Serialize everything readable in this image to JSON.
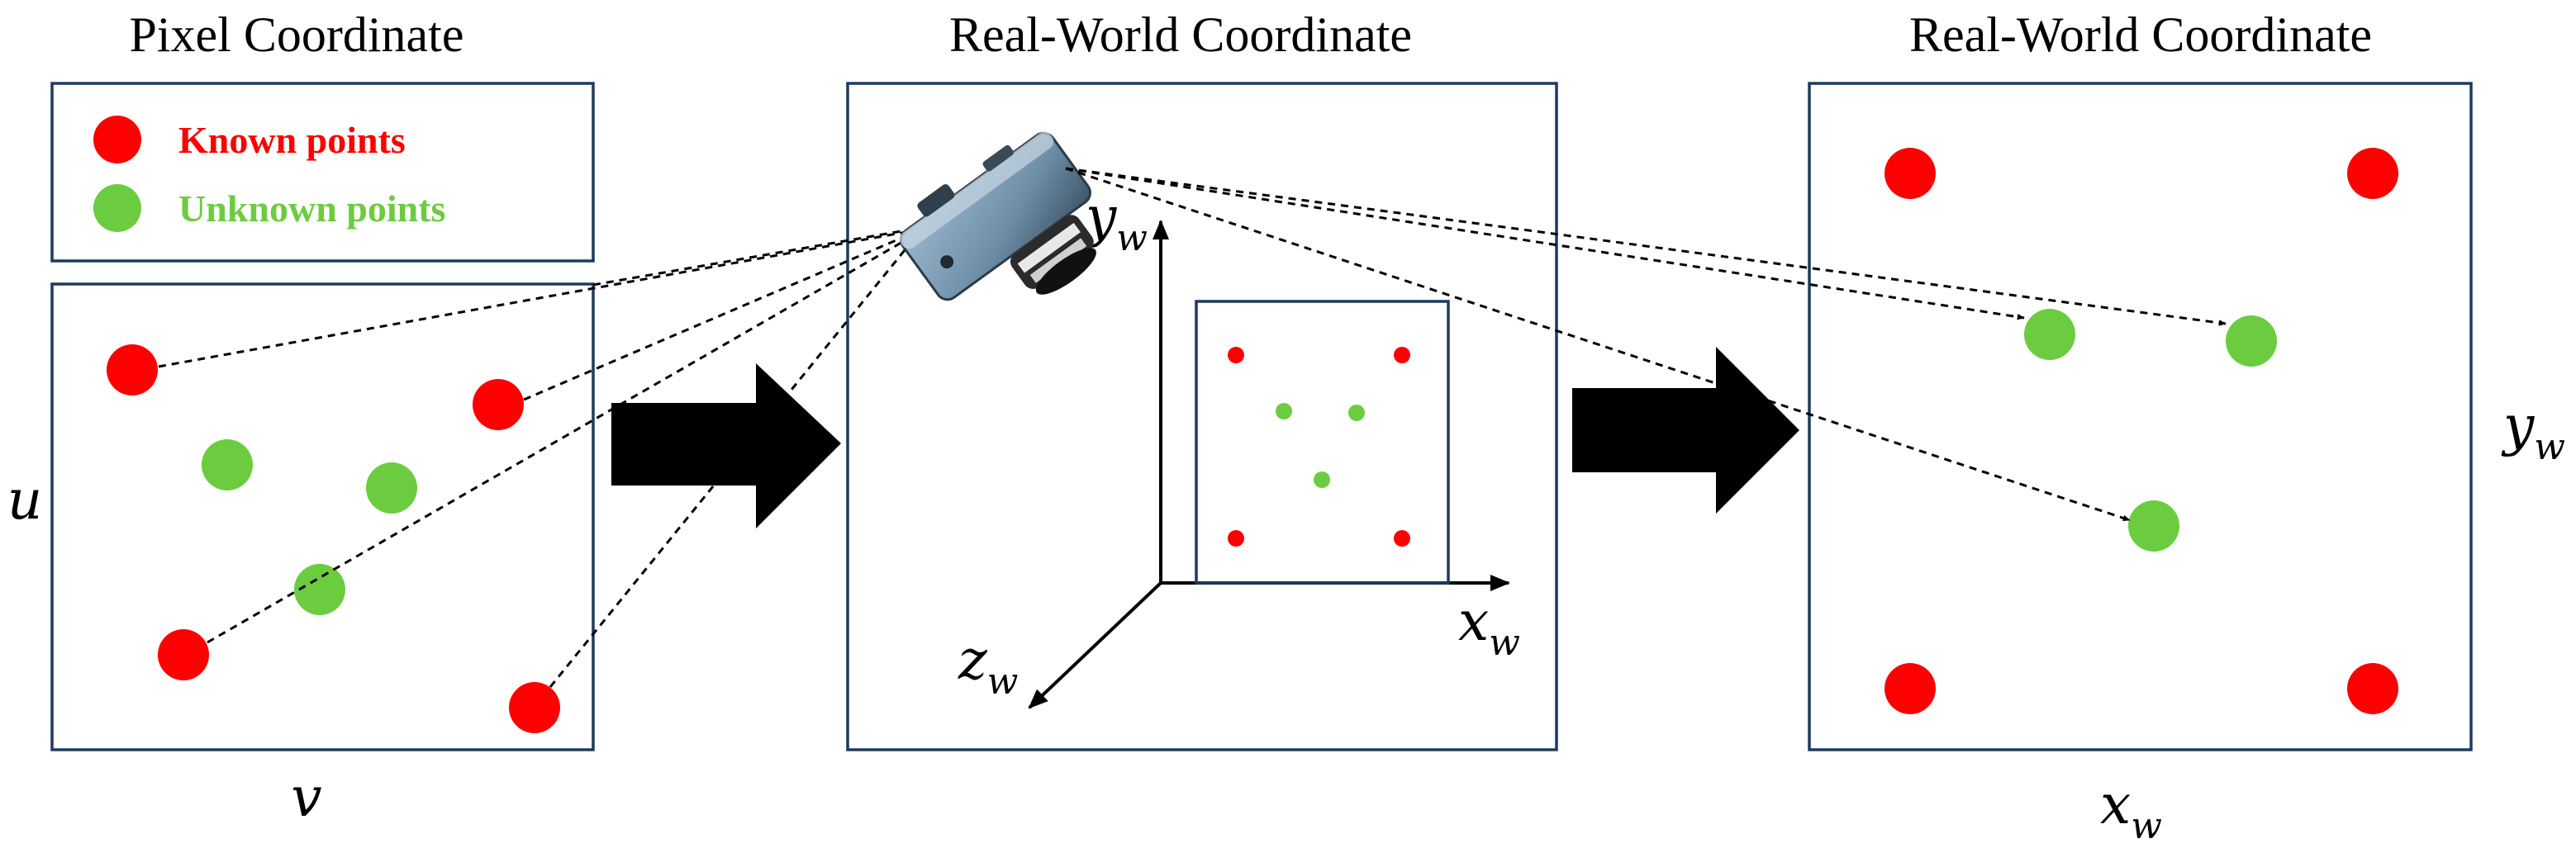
{
  "titles": {
    "pixel": "Pixel Coordinate",
    "world_middle": "Real-World Coordinate",
    "world_right": "Real-World Coordinate"
  },
  "legend": {
    "known": "Known points",
    "unknown": "Unknown points",
    "known_color": "#ff0000",
    "unknown_color": "#6ccc3f"
  },
  "axes": {
    "pixel_vertical": "u",
    "pixel_horizontal": "v",
    "world": {
      "y": {
        "main": "y",
        "sub": "w"
      },
      "x": {
        "main": "x",
        "sub": "w"
      },
      "z": {
        "main": "z",
        "sub": "w"
      }
    },
    "right": {
      "x": {
        "main": "x",
        "sub": "w"
      },
      "y": {
        "main": "y",
        "sub": "w"
      }
    }
  },
  "icons": {
    "camera": "camera-icon",
    "transform_arrow": "right-arrow-icon"
  }
}
